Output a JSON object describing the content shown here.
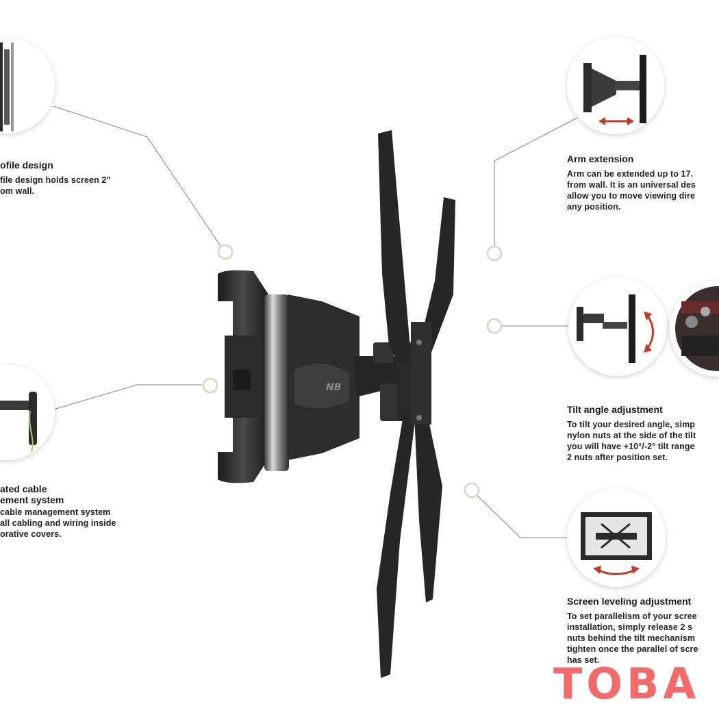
{
  "features": {
    "profile": {
      "title_lines": [
        "ofile design"
      ],
      "body_lines": [
        "file design holds screen 2\"",
        "om wall."
      ]
    },
    "cable": {
      "title_lines": [
        "ated cable",
        "ement system"
      ],
      "body_lines": [
        "cable management system",
        "all cabling and wiring inside",
        "orative covers."
      ]
    },
    "arm": {
      "title_lines": [
        "Arm extension"
      ],
      "body_lines": [
        "Arm can be extended up to 17.",
        "from wall. It is an universal des",
        "allow you to move viewing dire",
        "any position."
      ]
    },
    "tilt": {
      "title_lines": [
        "Tilt angle adjustment"
      ],
      "body_lines": [
        "To tilt your desired angle, simp",
        "nylon nuts at the side of the tilt",
        "you will have +10°/-2° tilt range",
        "2 nuts after position set."
      ]
    },
    "level": {
      "title_lines": [
        "Screen leveling adjustment"
      ],
      "body_lines": [
        "To set parallelism of your scree",
        "installation, simply release 2 s",
        "nuts behind the tilt mechanism",
        "tighten once the parallel of scre",
        "has set."
      ]
    }
  },
  "watermark": {
    "text": "TOBA",
    "color": "#f26a6a"
  },
  "icons": {
    "connector": "connector-dot-icon",
    "arrow": "double-arrow-icon"
  },
  "colors": {
    "line": "#9a9a9a",
    "mount": "#2b2b2b",
    "accent_arrow": "#c0392b"
  }
}
